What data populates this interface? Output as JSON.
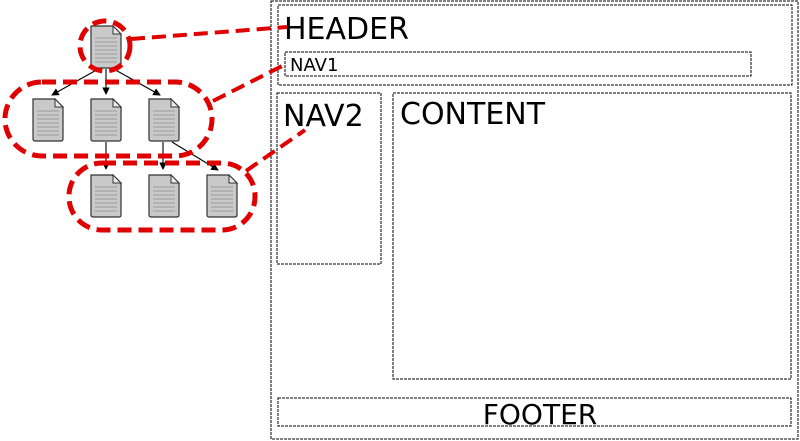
{
  "layout_labels": {
    "header": "HEADER",
    "nav1": "NAV1",
    "nav2": "NAV2",
    "content": "CONTENT",
    "footer": "FOOTER"
  },
  "icons": {
    "page": "document-icon"
  },
  "colors": {
    "highlight": "#e00000",
    "document_fill": "#c9c9c9",
    "stroke": "#000000"
  }
}
